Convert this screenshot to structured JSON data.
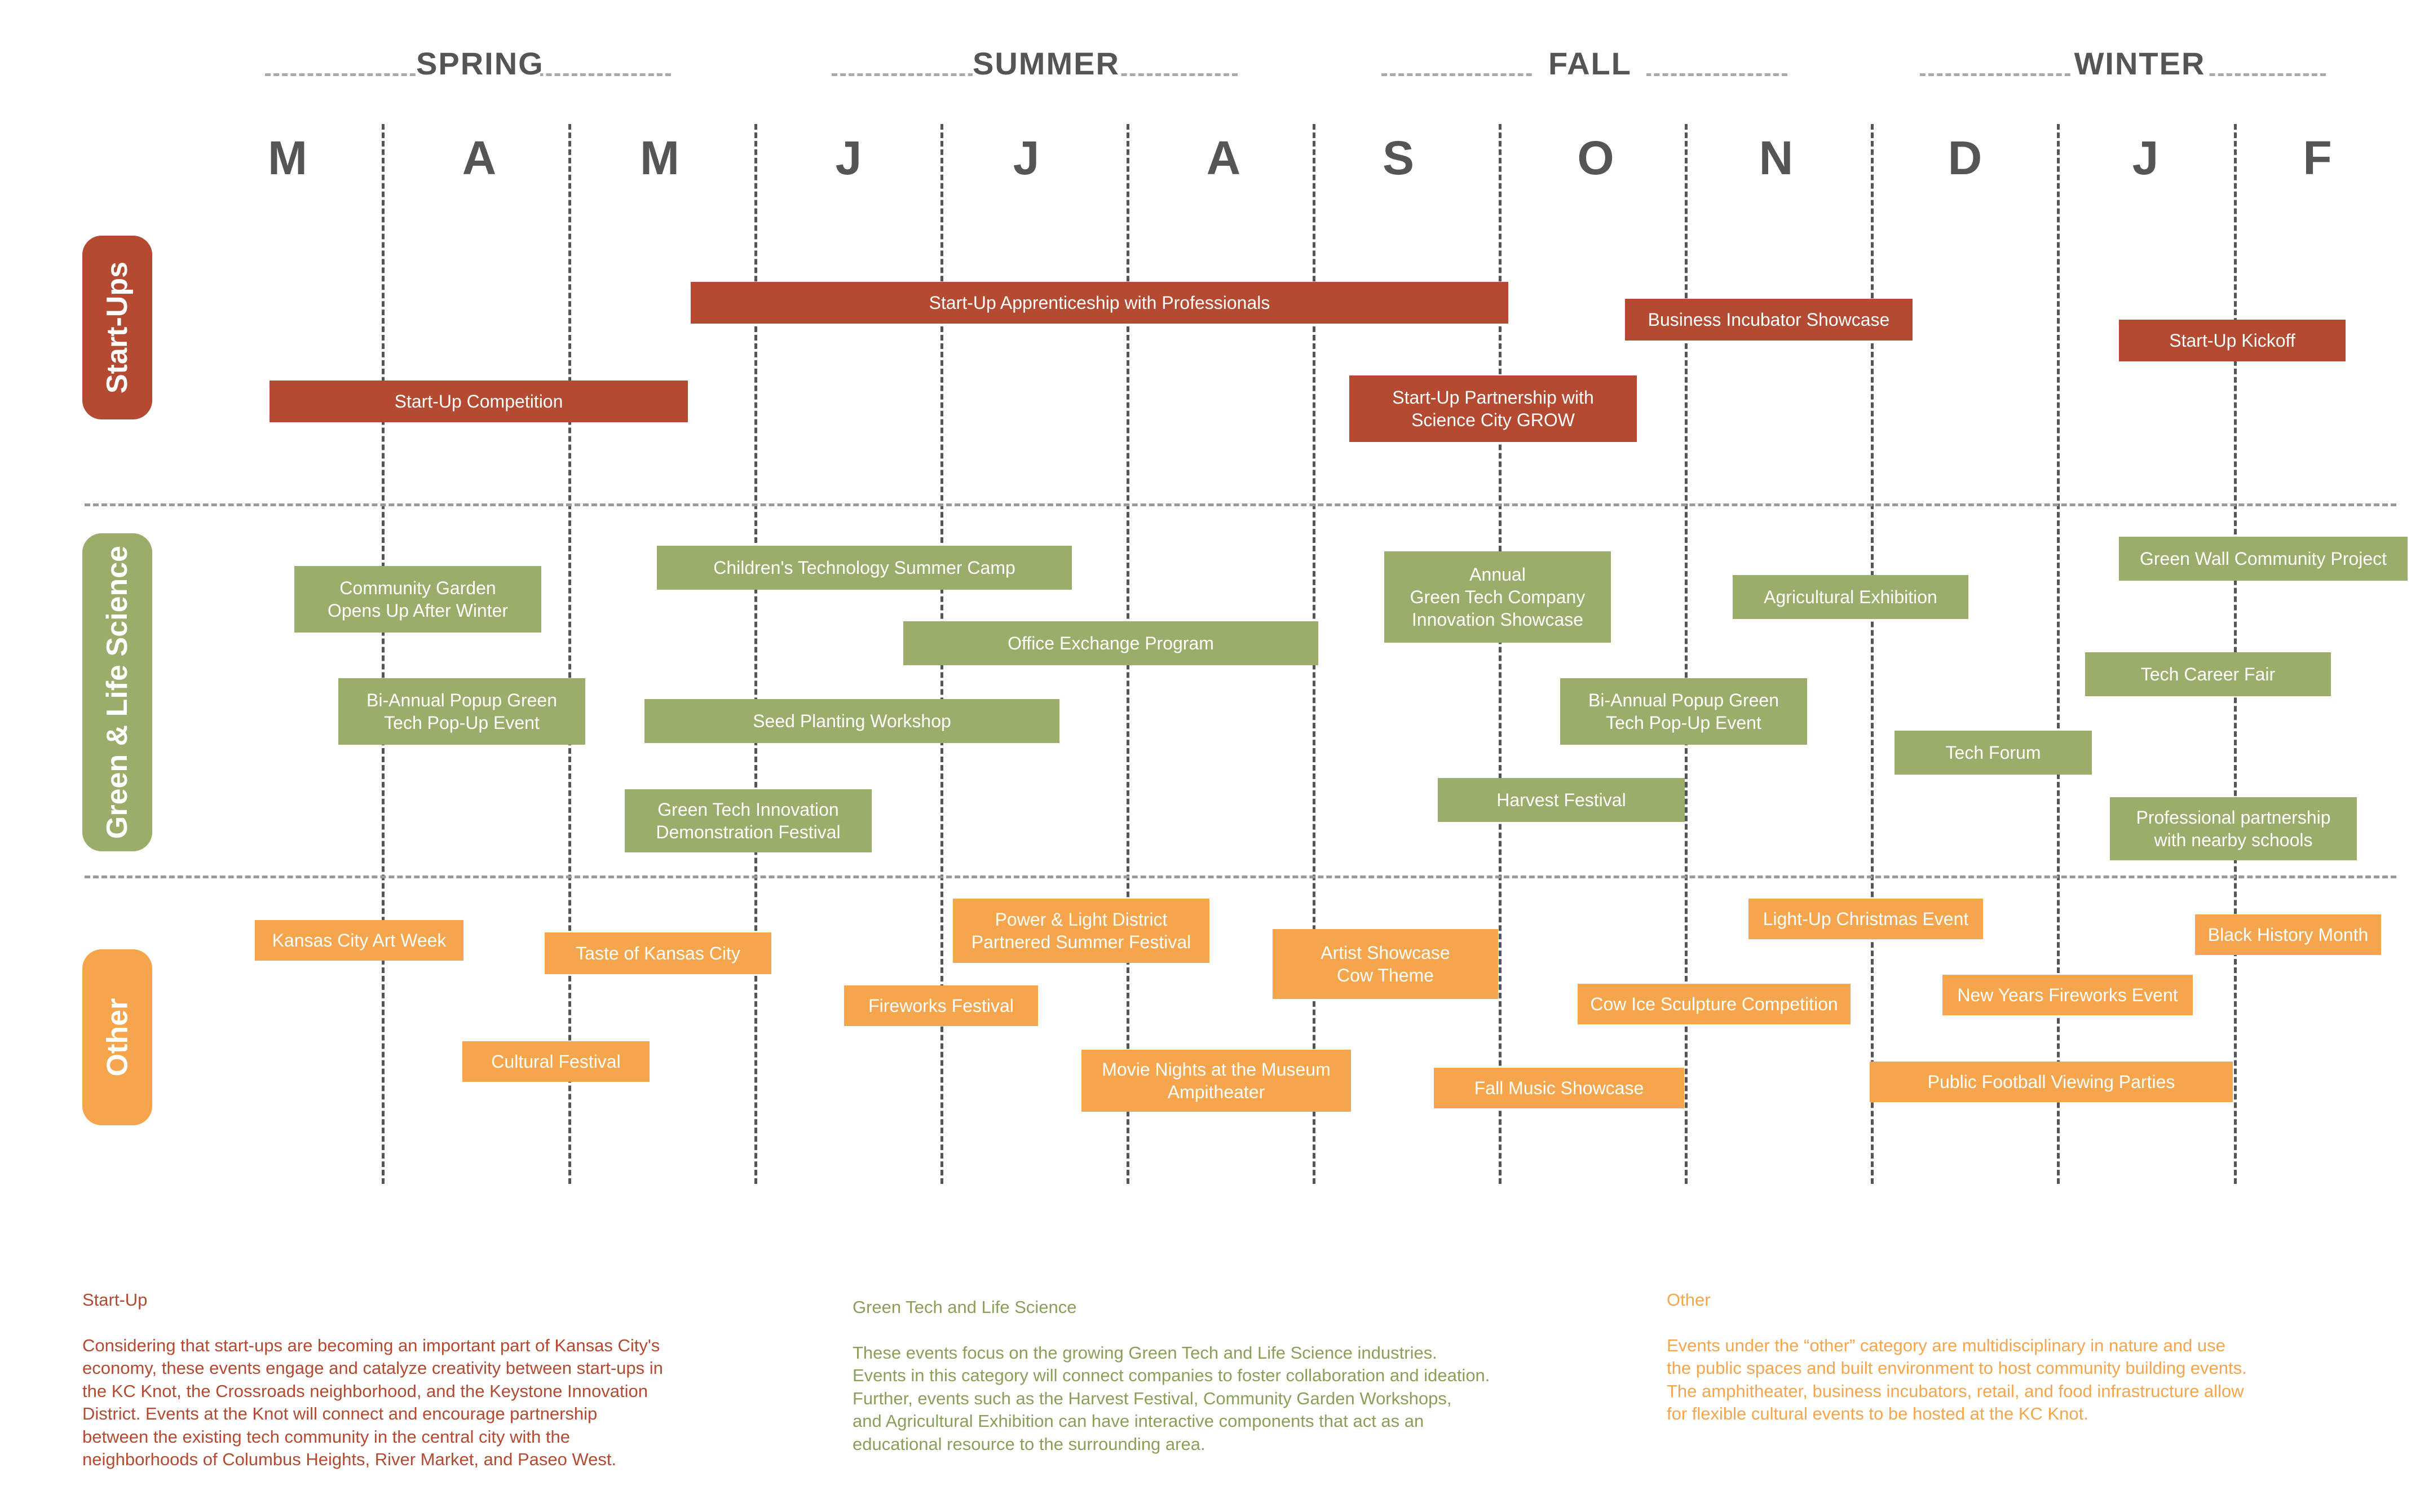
{
  "colors": {
    "startups": "#b34a31",
    "green": "#9aad6a",
    "other": "#f5a54c",
    "startups_text": "#b34a31",
    "green_text": "#8aa05a",
    "other_text": "#f5a54c"
  },
  "seasons": [
    "SPRING",
    "SUMMER",
    "FALL",
    "WINTER"
  ],
  "months": [
    "M",
    "A",
    "M",
    "J",
    "J",
    "A",
    "S",
    "O",
    "N",
    "D",
    "J",
    "F"
  ],
  "categories": {
    "startups": "Start-Ups",
    "green": "Green & Life Science",
    "other": "Other"
  },
  "events": {
    "startups": [
      "Start-Up Apprenticeship with Professionals",
      "Business Incubator Showcase",
      "Start-Up Kickoff",
      "Start-Up Competition",
      "Start-Up Partnership with\nScience City GROW"
    ],
    "green": [
      "Children's Technology Summer Camp",
      "Green Wall Community Project",
      "Community Garden\nOpens Up After Winter",
      "Annual\nGreen Tech Company\nInnovation Showcase",
      "Agricultural Exhibition",
      "Office Exchange Program",
      "Tech Career Fair",
      "Bi-Annual Popup Green\nTech Pop-Up Event",
      "Seed Planting Workshop",
      "Bi-Annual Popup Green\nTech Pop-Up Event",
      "Tech Forum",
      "Harvest Festival",
      "Green Tech Innovation\nDemonstration Festival",
      "Professional partnership\nwith nearby schools"
    ],
    "other": [
      "Power & Light District\nPartnered Summer Festival",
      "Light-Up Christmas Event",
      "Kansas City Art Week",
      "Black History Month",
      "Taste of Kansas City",
      "Artist Showcase\nCow Theme",
      "New Years Fireworks Event",
      "Fireworks Festival",
      "Cow Ice Sculpture Competition",
      "Cultural Festival",
      "Movie Nights at the Museum\nAmpitheater",
      "Public Football Viewing Parties",
      "Fall Music Showcase"
    ]
  },
  "descriptions": {
    "startups": {
      "title": "Start-Up",
      "body": "Considering that start-ups are becoming an important part of Kansas City's\neconomy, these events engage and catalyze creativity between start-ups in\nthe KC Knot, the Crossroads neighborhood, and the Keystone Innovation\nDistrict. Events at the Knot will connect and encourage partnership\nbetween the existing tech community in the central city with the\nneighborhoods of Columbus Heights, River Market, and Paseo West."
    },
    "green": {
      "title": "Green Tech and Life Science",
      "body": "These events focus on the growing Green Tech and Life Science industries.\nEvents in this category will connect companies to foster collaboration and ideation.\nFurther, events such as the Harvest Festival, Community Garden Workshops,\nand Agricultural Exhibition can have interactive components that act as an\neducational resource to the surrounding area."
    },
    "other": {
      "title": "Other",
      "body": "Events under the “other” category are multidisciplinary in nature and use\nthe public spaces and built environment to host community building events.\nThe amphitheater, business incubators, retail, and food infrastructure allow\nfor flexible cultural events to be hosted at the KC Knot."
    }
  }
}
